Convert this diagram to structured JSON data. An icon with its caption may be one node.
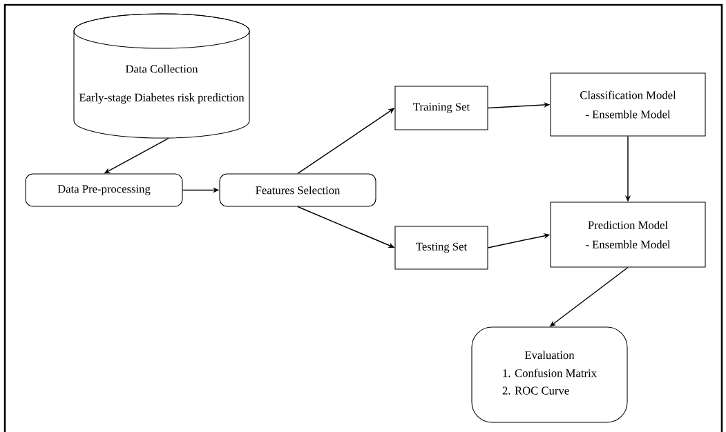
{
  "diagram": {
    "nodes": [
      {
        "text": [
          "Data Collection",
          "Early-stage Diabetes risk prediction"
        ]
      },
      {
        "text": [
          "Data Pre-processing"
        ]
      },
      {
        "text": [
          "Features Selection"
        ]
      },
      {
        "text": [
          "Training Set"
        ]
      },
      {
        "text": [
          "Testing Set"
        ]
      },
      {
        "text": [
          "Classification Model",
          "- Ensemble Model"
        ]
      },
      {
        "text": [
          "Prediction Model",
          "- Ensemble Model"
        ]
      },
      {
        "text": [
          "Evaluation",
          "1. Confusion Matrix",
          "2. ROC Curve"
        ]
      }
    ],
    "edges": [
      {
        "from": 0,
        "to": 1,
        "arrow": "to"
      },
      {
        "from": 1,
        "to": 2,
        "arrow": "to"
      },
      {
        "from": 2,
        "to": 3,
        "arrow": "to"
      },
      {
        "from": 2,
        "to": 4,
        "arrow": "to"
      },
      {
        "from": 3,
        "to": 5,
        "arrow": "to"
      },
      {
        "from": 5,
        "to": 6,
        "arrow": "to"
      },
      {
        "from": 4,
        "to": 6,
        "arrow": "to"
      },
      {
        "from": 6,
        "to": 7,
        "arrow": "to"
      }
    ]
  }
}
